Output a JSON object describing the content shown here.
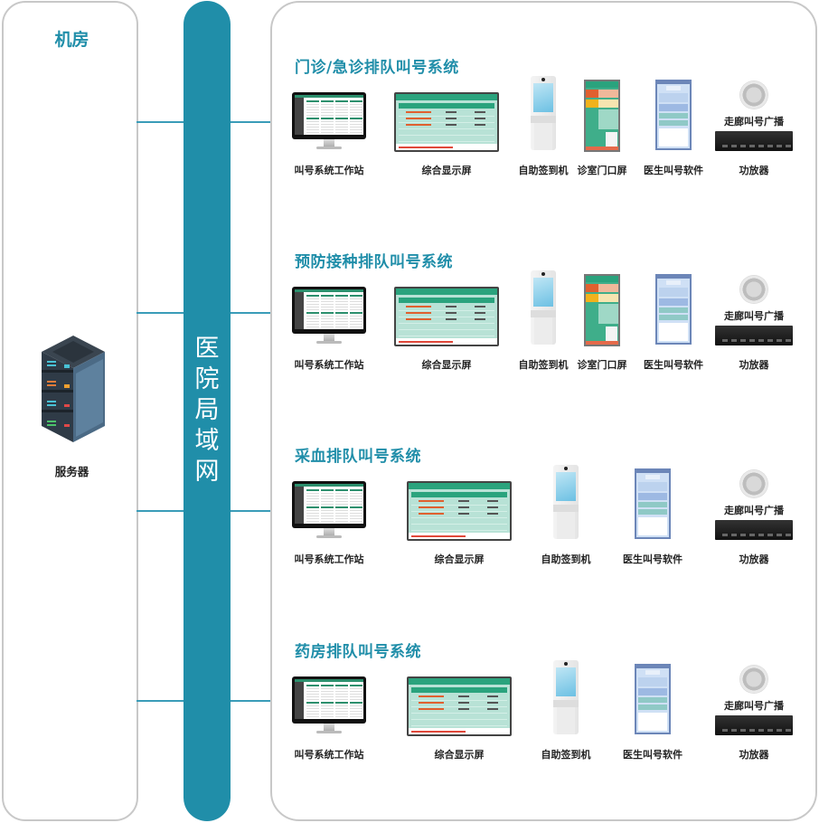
{
  "left_panel": {
    "title": "机房",
    "server": {
      "icon": "server-rack-icon",
      "label": "服务器"
    }
  },
  "network_bus": {
    "label_chars": [
      "医",
      "院",
      "局",
      "域",
      "网"
    ],
    "color": "#208ea9"
  },
  "systems": [
    {
      "title": "门诊/急诊排队叫号系统",
      "devices": [
        {
          "icon": "monitor-icon",
          "label": "叫号系统工作站"
        },
        {
          "icon": "display-screen-icon",
          "label": "综合显示屏"
        },
        {
          "icon": "kiosk-icon",
          "label": "自助签到机"
        },
        {
          "icon": "door-screen-icon",
          "label": "诊室门口屏"
        },
        {
          "icon": "software-window-icon",
          "label": "医生叫号软件"
        },
        {
          "icon": "speaker-icon",
          "label": "走廊叫号广播"
        },
        {
          "icon": "amplifier-icon",
          "label": "功放器"
        }
      ]
    },
    {
      "title": "预防接种排队叫号系统",
      "devices": [
        {
          "icon": "monitor-icon",
          "label": "叫号系统工作站"
        },
        {
          "icon": "display-screen-icon",
          "label": "综合显示屏"
        },
        {
          "icon": "kiosk-icon",
          "label": "自助签到机"
        },
        {
          "icon": "door-screen-icon",
          "label": "诊室门口屏"
        },
        {
          "icon": "software-window-icon",
          "label": "医生叫号软件"
        },
        {
          "icon": "speaker-icon",
          "label": "走廊叫号广播"
        },
        {
          "icon": "amplifier-icon",
          "label": "功放器"
        }
      ]
    },
    {
      "title": "采血排队叫号系统",
      "devices": [
        {
          "icon": "monitor-icon",
          "label": "叫号系统工作站"
        },
        {
          "icon": "display-screen-icon",
          "label": "综合显示屏"
        },
        {
          "icon": "kiosk-icon",
          "label": "自助签到机"
        },
        {
          "icon": "software-window-icon",
          "label": "医生叫号软件"
        },
        {
          "icon": "speaker-icon",
          "label": "走廊叫号广播"
        },
        {
          "icon": "amplifier-icon",
          "label": "功放器"
        }
      ]
    },
    {
      "title": "药房排队叫号系统",
      "devices": [
        {
          "icon": "monitor-icon",
          "label": "叫号系统工作站"
        },
        {
          "icon": "display-screen-icon",
          "label": "综合显示屏"
        },
        {
          "icon": "kiosk-icon",
          "label": "自助签到机"
        },
        {
          "icon": "software-window-icon",
          "label": "医生叫号软件"
        },
        {
          "icon": "speaker-icon",
          "label": "走廊叫号广播"
        },
        {
          "icon": "amplifier-icon",
          "label": "功放器"
        }
      ]
    }
  ]
}
